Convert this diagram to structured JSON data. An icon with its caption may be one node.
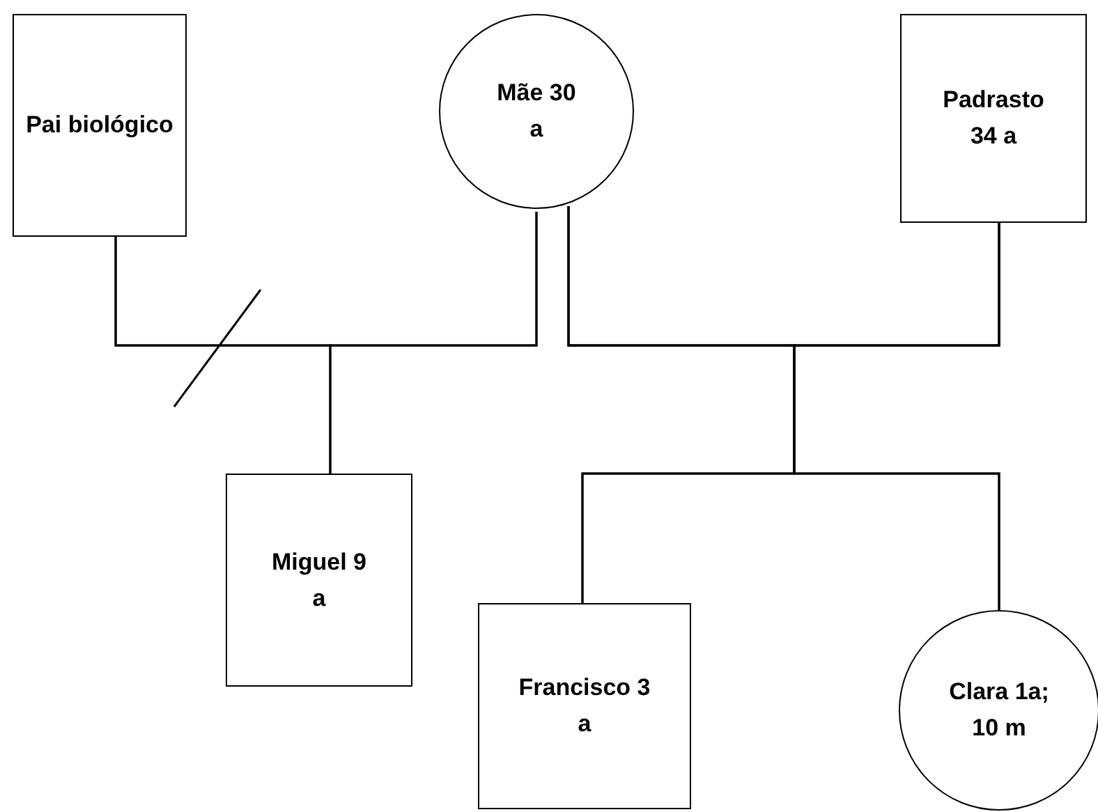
{
  "diagram": {
    "nodes": [
      {
        "text": [
          "Pai biológico"
        ]
      },
      {
        "text": [
          "Mãe 30 a"
        ]
      },
      {
        "text": [
          "Padrasto 34 a"
        ]
      },
      {
        "text": [
          "Miguel 9 a"
        ]
      },
      {
        "text": [
          "Francisco 3 a"
        ]
      },
      {
        "text": [
          "Clara 1a; 10 m"
        ]
      }
    ],
    "edges": [
      {
        "from": 0,
        "to": 1,
        "arrow": "none"
      },
      {
        "from": 1,
        "to": 2,
        "arrow": "none"
      },
      {
        "from": 0,
        "to": 3,
        "arrow": "none"
      },
      {
        "from": 1,
        "to": 3,
        "arrow": "none"
      },
      {
        "from": 1,
        "to": 4,
        "arrow": "none"
      },
      {
        "from": 2,
        "to": 4,
        "arrow": "none"
      },
      {
        "from": 1,
        "to": 5,
        "arrow": "none"
      },
      {
        "from": 2,
        "to": 5,
        "arrow": "none"
      }
    ]
  }
}
